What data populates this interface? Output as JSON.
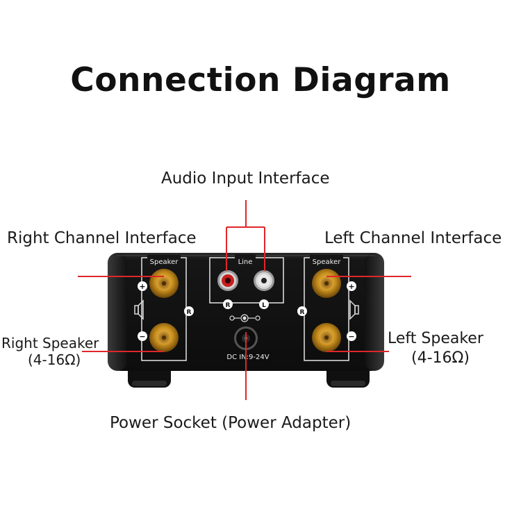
{
  "title": "Connection Diagram",
  "labels": {
    "audio_input": "Audio Input Interface",
    "right_channel": "Right Channel Interface",
    "left_channel": "Left Channel Interface",
    "right_speaker": "Right Speaker",
    "right_speaker_impedance": "(4-16Ω)",
    "left_speaker": "Left Speaker",
    "left_speaker_impedance": "(4-16Ω)",
    "power_socket": "Power Socket (Power Adapter)"
  },
  "panel": {
    "speaker_left_box": "Speaker",
    "speaker_right_box": "Speaker",
    "line_box": "Line",
    "r_jack": "R",
    "l_jack": "L",
    "r_channel_mark": "R",
    "r_channel_mark_2": "R",
    "plus": "+",
    "minus": "−",
    "dc_in": "DC IN:9-24V"
  },
  "colors": {
    "callout_line": "#e0262a",
    "device_body": "#141414",
    "binding_post_gold": "#c9901e",
    "rca_red": "#c81e1e",
    "rca_white": "#e8e8e8"
  }
}
